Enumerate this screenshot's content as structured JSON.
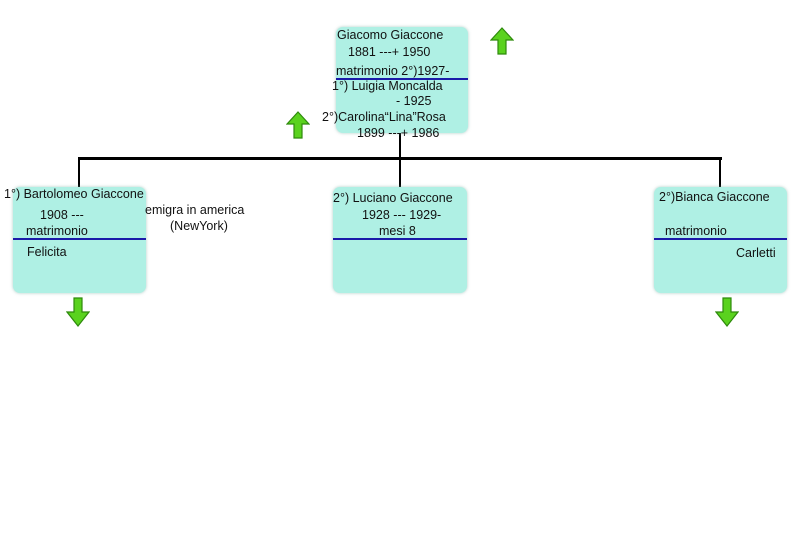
{
  "root": {
    "name": "Giacomo Giaccone",
    "life": "1881 ---+ 1950",
    "marriage_header": "matrimonio 2°)1927-",
    "spouse1_name": "1°) Luigia Moncalda",
    "spouse1_life": "- 1925",
    "spouse2_name": "2°)Carolina“Lina”Rosa",
    "spouse2_life": "1899 ---+ 1986"
  },
  "children": {
    "bartolomeo": {
      "name": "1°) Bartolomeo Giaccone",
      "life": "1908 ---",
      "marriage": "matrimonio",
      "spouse": "Felicita",
      "note_line1": "emigra in america",
      "note_line2": "(NewYork)"
    },
    "luciano": {
      "name": "2°) Luciano Giaccone",
      "life": "1928 --- 1929-",
      "age": "mesi 8"
    },
    "bianca": {
      "name": "2°)Bianca Giaccone",
      "marriage": "matrimonio",
      "spouse": "Carletti"
    }
  },
  "colors": {
    "card_bg": "#aff0e4",
    "separator": "#1a1aa8",
    "connector": "#000000",
    "arrow_fill": "#5ad21e",
    "arrow_stroke": "#2e8a0c"
  },
  "icons": {
    "up": "arrow-up-icon",
    "down": "arrow-down-icon"
  }
}
